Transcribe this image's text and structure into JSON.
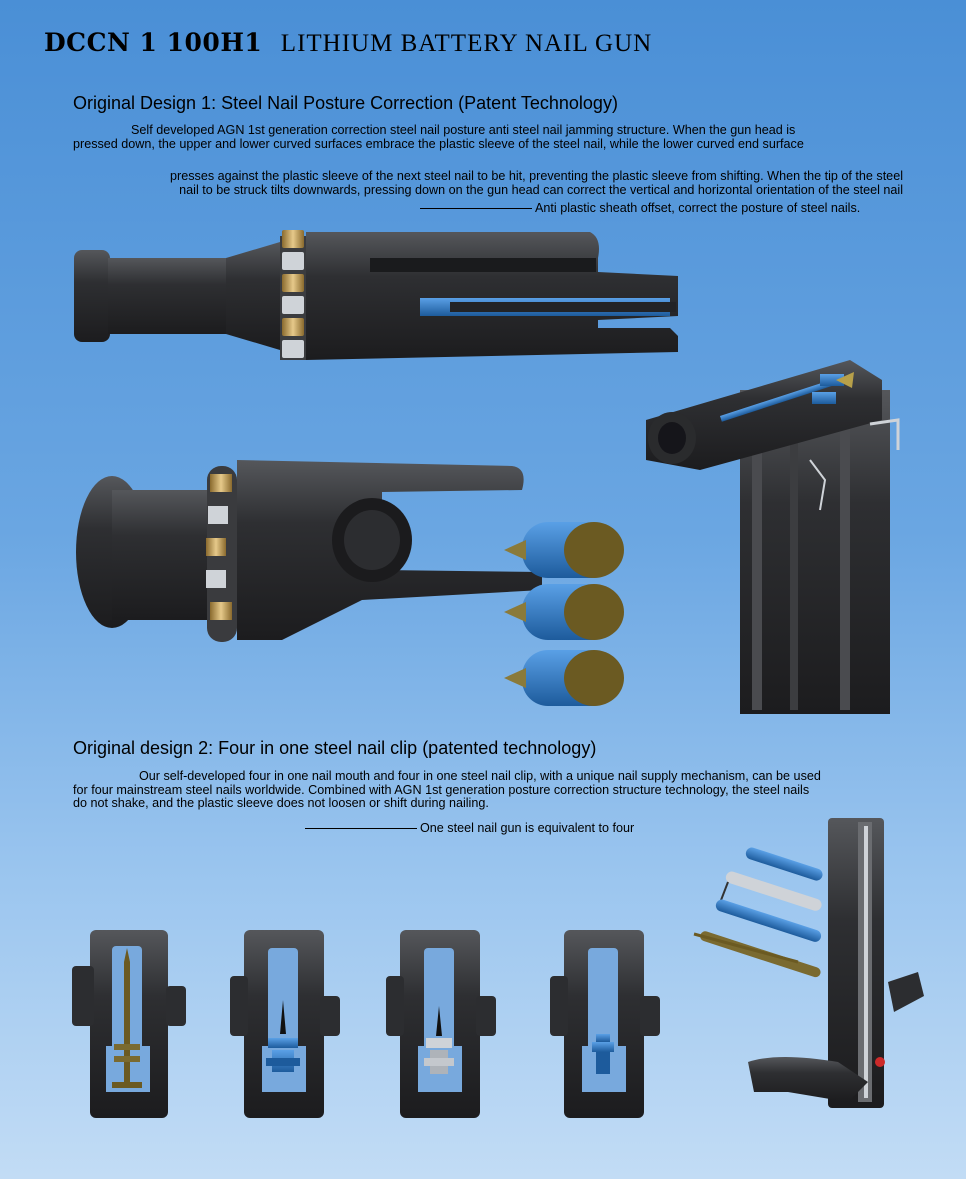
{
  "header": {
    "model": "DCCN 1   100H1",
    "product": "LITHIUM BATTERY NAIL GUN"
  },
  "design1": {
    "heading": "Original Design 1: Steel Nail Posture Correction (Patent Technology)",
    "para1_line1": "Self developed AGN 1st generation correction steel nail posture anti steel nail jamming structure. When the gun head is",
    "para1_line2": "pressed down, the upper and lower curved surfaces embrace the plastic sleeve of the steel  nail, while the lower curved end surface",
    "para2_line1": "presses against the plastic sleeve of the next steel nail to be hit, preventing the plastic sleeve from shifting. When the tip of the  steel",
    "para2_line2": "nail to be struck tilts downwards, pressing down on the gun head can correct the vertical and horizontal orientation of the steel nail",
    "tagline": "Anti plastic sheath offset, correct the posture of steel nails."
  },
  "design2": {
    "heading": "Original design 2: Four in one steel nail clip (patented technology)",
    "para_line1": "Our self-developed four in one nail mouth and four in one steel nail clip, with a unique nail supply mechanism, can be used",
    "para_line2": "for four mainstream steel nails worldwide. Combined with AGN 1st generation posture correction structure technology, the steel nails",
    "para_line3": "do not shake, and the plastic sleeve does not loosen or shift during nailing.",
    "tagline": "One steel nail gun is equivalent to four"
  },
  "colors": {
    "body": "#2b2b2d",
    "blue_sleeve": "#2f6fb8",
    "brass": "#6b5a22",
    "gold_ring": "#c9a35a"
  },
  "figures": {
    "clip_variants": [
      "brass-nail",
      "blue-sleeve-nail",
      "silver-sleeve-nail",
      "blue-short-nail"
    ]
  }
}
